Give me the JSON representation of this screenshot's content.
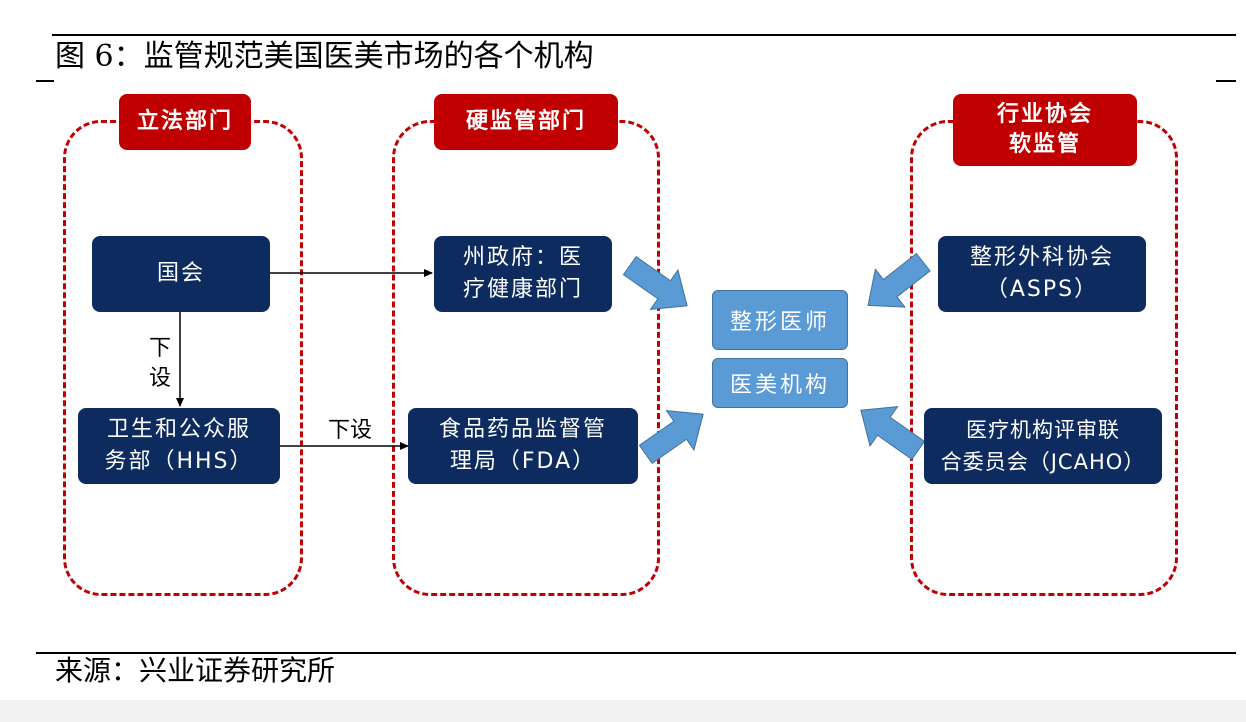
{
  "figure": {
    "title": "图 6：监管规范美国医美市场的各个机构"
  },
  "source": {
    "text": "来源：兴业证券研究所"
  },
  "groups": {
    "legislative": {
      "label": "立法部门"
    },
    "hard_regulation": {
      "label": "硬监管部门"
    },
    "industry": {
      "label_line1": "行业协会",
      "label_line2": "软监管"
    }
  },
  "nodes": {
    "congress": {
      "label": "国会"
    },
    "hhs": {
      "line1": "卫生和公众服",
      "line2": "务部（HHS）"
    },
    "state_gov": {
      "line1": "州政府：医",
      "line2": "疗健康部门"
    },
    "fda": {
      "line1": "食品药品监督管",
      "line2": "理局（FDA）"
    },
    "asps": {
      "line1": "整形外科协会",
      "line2": "（ASPS）"
    },
    "jcaho": {
      "line1": "医疗机构评审联",
      "line2": "合委员会（JCAHO）"
    }
  },
  "targets": {
    "surgeons": {
      "label": "整形医师"
    },
    "institutions": {
      "label": "医美机构"
    }
  },
  "edges": {
    "congress_to_hhs": {
      "label": "下设"
    },
    "hhs_to_fda": {
      "label": "下设"
    }
  },
  "colors": {
    "group_border": "#c00000",
    "tag_fill": "#c00000",
    "node_fill": "#0d2b5e",
    "target_fill": "#5b9bd5",
    "arrow_fill": "#5b9bd5"
  }
}
